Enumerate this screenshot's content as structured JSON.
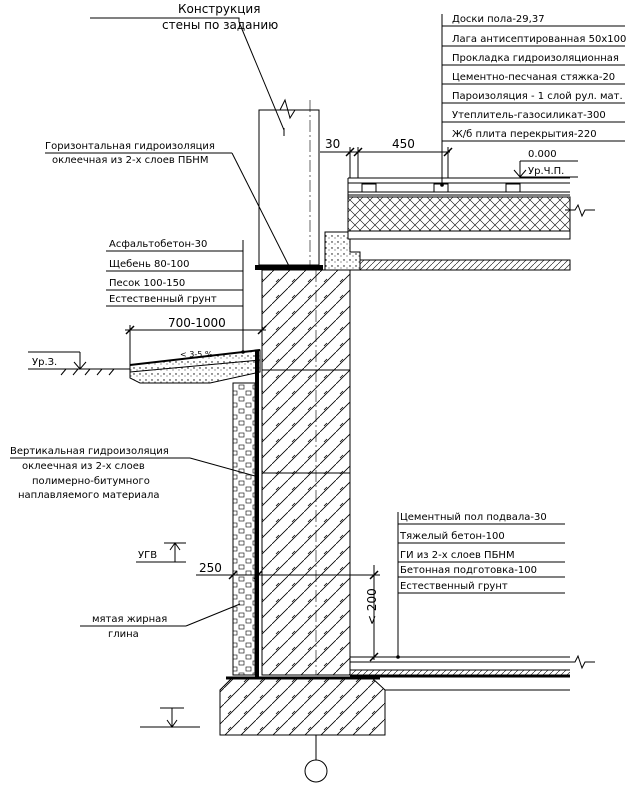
{
  "top_title": {
    "line1": "Конструкция",
    "line2": "стены по заданию"
  },
  "horizontal_waterproofing": {
    "line1": "Горизонтальная гидроизоляция",
    "line2": "оклеечная из 2-х слоев ПБНМ"
  },
  "floor_layers": [
    "Доски пола-29,37",
    "Лага антисептированная 50х100",
    "Прокладка гидроизоляционная",
    "Цементно-песчаная стяжка-20",
    "Пароизоляция - 1 слой рул. мат.",
    "Утеплитель-газосиликат-300",
    "Ж/б плита перекрытия-220"
  ],
  "dimensions": {
    "d30": "30",
    "d450": "450",
    "d700_1000": "700-1000",
    "slope": "< 3-5 %",
    "d250": "250",
    "d200": "< 200"
  },
  "levels": {
    "floor_value": "0.000",
    "floor_label": "Ур.Ч.П.",
    "ground_label": "Ур.З.",
    "groundwater_label": "УГВ"
  },
  "blind_area_layers": [
    "Асфальтобетон-30",
    "Щебень 80-100",
    "Песок 100-150",
    "Естественный грунт"
  ],
  "vertical_waterproofing": {
    "line1": "Вертикальная гидроизоляция",
    "line2": "оклеечная из 2-х слоев",
    "line3": "полимерно-битумного",
    "line4": "наплавляемого материала"
  },
  "clay_note": {
    "line1": "мятая жирная",
    "line2": "глина"
  },
  "basement_floor_layers": [
    "Цементный пол подвала-30",
    "Тяжелый бетон-100",
    "ГИ из 2-х слоев ПБНМ",
    "Бетонная подготовка-100",
    "Естественный грунт"
  ]
}
